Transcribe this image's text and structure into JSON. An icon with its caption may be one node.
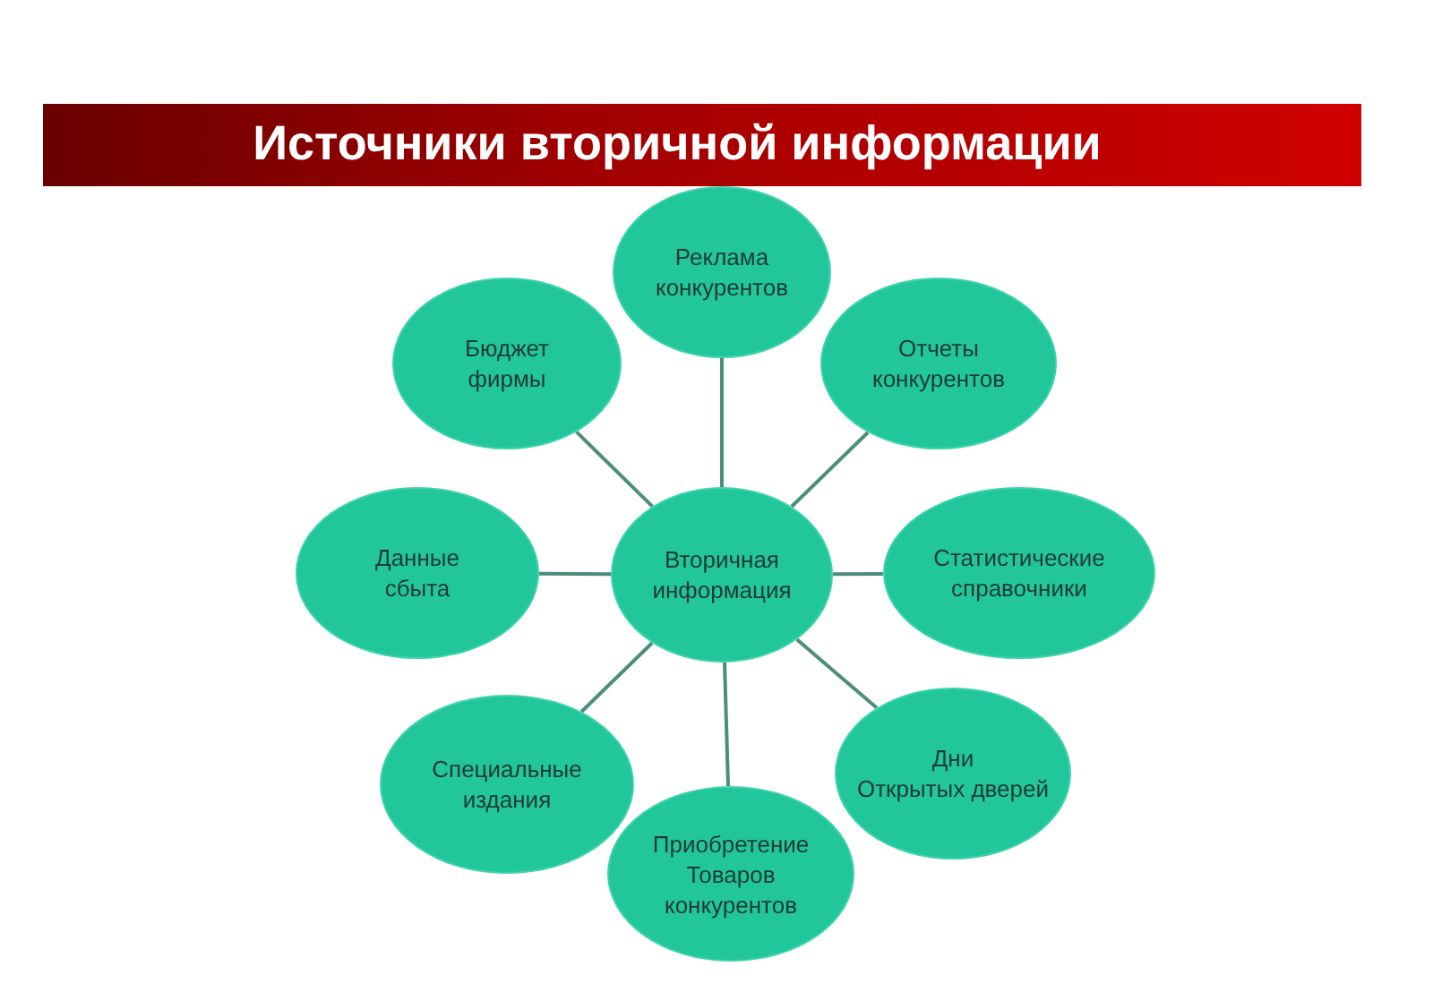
{
  "diagram": {
    "title": "Источники вторичной информации",
    "nodes": [
      {
        "text": [
          "Реклама конкурентов"
        ]
      },
      {
        "text": [
          "Бюджет фирмы"
        ]
      },
      {
        "text": [
          "Отчеты конкурентов"
        ]
      },
      {
        "text": [
          "Данные сбыта"
        ]
      },
      {
        "text": [
          "Вторичная информация"
        ]
      },
      {
        "text": [
          "Статистические справочники"
        ]
      },
      {
        "text": [
          "Специальные издания"
        ]
      },
      {
        "text": [
          "Дни Открытых дверей"
        ]
      },
      {
        "text": [
          "Приобретение Товаров конкурентов"
        ]
      }
    ],
    "edges": [
      {
        "from": 4,
        "to": 0,
        "arrow": "none"
      },
      {
        "from": 4,
        "to": 1,
        "arrow": "none"
      },
      {
        "from": 4,
        "to": 2,
        "arrow": "none"
      },
      {
        "from": 4,
        "to": 3,
        "arrow": "none"
      },
      {
        "from": 4,
        "to": 5,
        "arrow": "none"
      },
      {
        "from": 4,
        "to": 6,
        "arrow": "none"
      },
      {
        "from": 4,
        "to": 7,
        "arrow": "none"
      },
      {
        "from": 4,
        "to": 8,
        "arrow": "none"
      }
    ]
  }
}
